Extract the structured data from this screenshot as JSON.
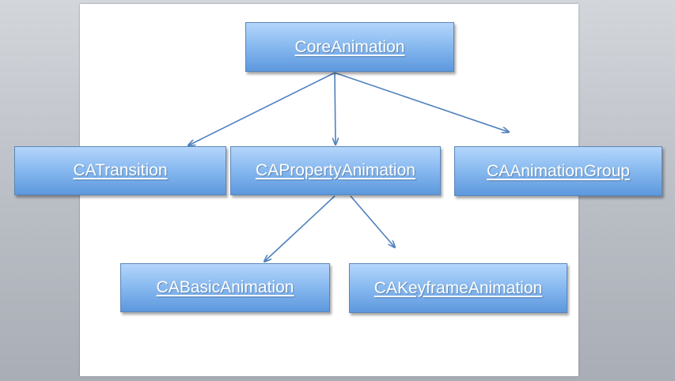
{
  "diagram": {
    "nodes": {
      "core_animation": "CoreAnimation",
      "ca_transition": "CATransition",
      "ca_property_animation": "CAPropertyAnimation",
      "ca_animation_group": "CAAnimationGroup",
      "ca_basic_animation": "CABasicAnimation",
      "ca_keyframe_animation": "CAKeyframeAnimation"
    },
    "edges": [
      {
        "from": "CoreAnimation",
        "to": "CATransition"
      },
      {
        "from": "CoreAnimation",
        "to": "CAPropertyAnimation"
      },
      {
        "from": "CoreAnimation",
        "to": "CAAnimationGroup"
      },
      {
        "from": "CAPropertyAnimation",
        "to": "CABasicAnimation"
      },
      {
        "from": "CAPropertyAnimation",
        "to": "CAKeyframeAnimation"
      }
    ],
    "colors": {
      "node_fill_top": "#b4d6fb",
      "node_fill_bottom": "#5d98de",
      "arrow": "#4f81bd",
      "label": "#ffffff"
    }
  }
}
